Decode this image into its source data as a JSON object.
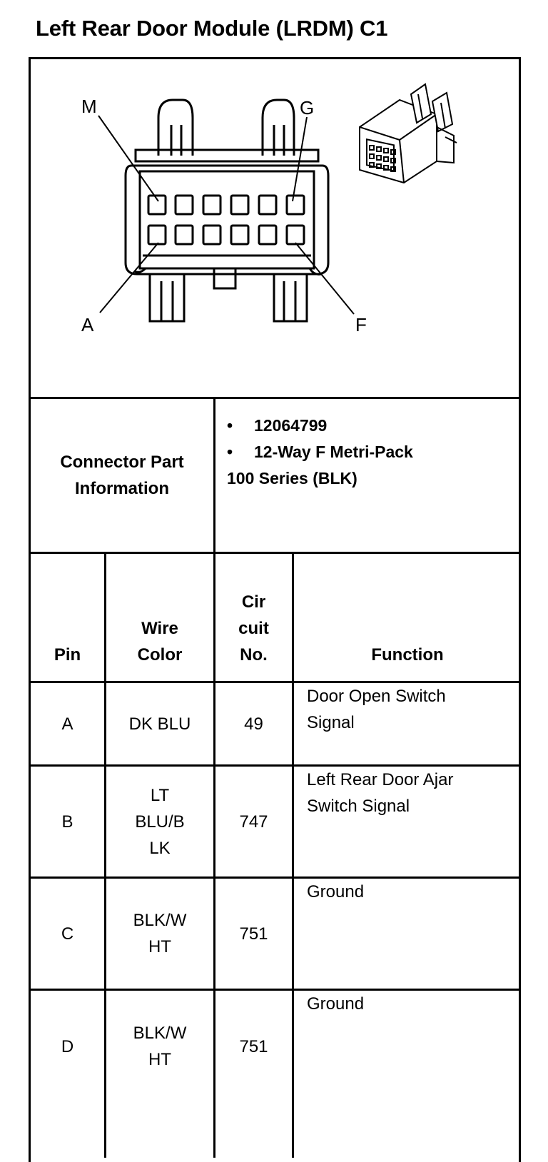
{
  "title": "Left Rear Door Module (LRDM) C1",
  "diagram": {
    "labels": {
      "top_left": "M",
      "top_right": "G",
      "bottom_left": "A",
      "bottom_right": "F"
    },
    "pin_rows": 2,
    "pins_per_row": 6
  },
  "part_info": {
    "label_line1": "Connector Part",
    "label_line2": "Information",
    "bullet": "•",
    "item1": "12064799",
    "item2": "12-Way F Metri-Pack",
    "item2_cont": "100 Series (BLK)"
  },
  "table": {
    "headers": {
      "pin": "Pin",
      "wire_color_1": "Wire",
      "wire_color_2": "Color",
      "circuit_1": "Cir",
      "circuit_2": "cuit",
      "circuit_3": "No.",
      "function": "Function"
    },
    "rows": [
      {
        "pin": "A",
        "wire": [
          "DK BLU"
        ],
        "circuit": "49",
        "function": [
          "Door Open Switch",
          "Signal"
        ]
      },
      {
        "pin": "B",
        "wire": [
          "LT",
          "BLU/B",
          "LK"
        ],
        "circuit": "747",
        "function": [
          "Left Rear Door Ajar",
          "Switch Signal"
        ]
      },
      {
        "pin": "C",
        "wire": [
          "BLK/W",
          "HT"
        ],
        "circuit": "751",
        "function": [
          "Ground"
        ]
      },
      {
        "pin": "D",
        "wire": [
          "BLK/W",
          "HT"
        ],
        "circuit": "751",
        "function": [
          "Ground"
        ]
      }
    ]
  }
}
